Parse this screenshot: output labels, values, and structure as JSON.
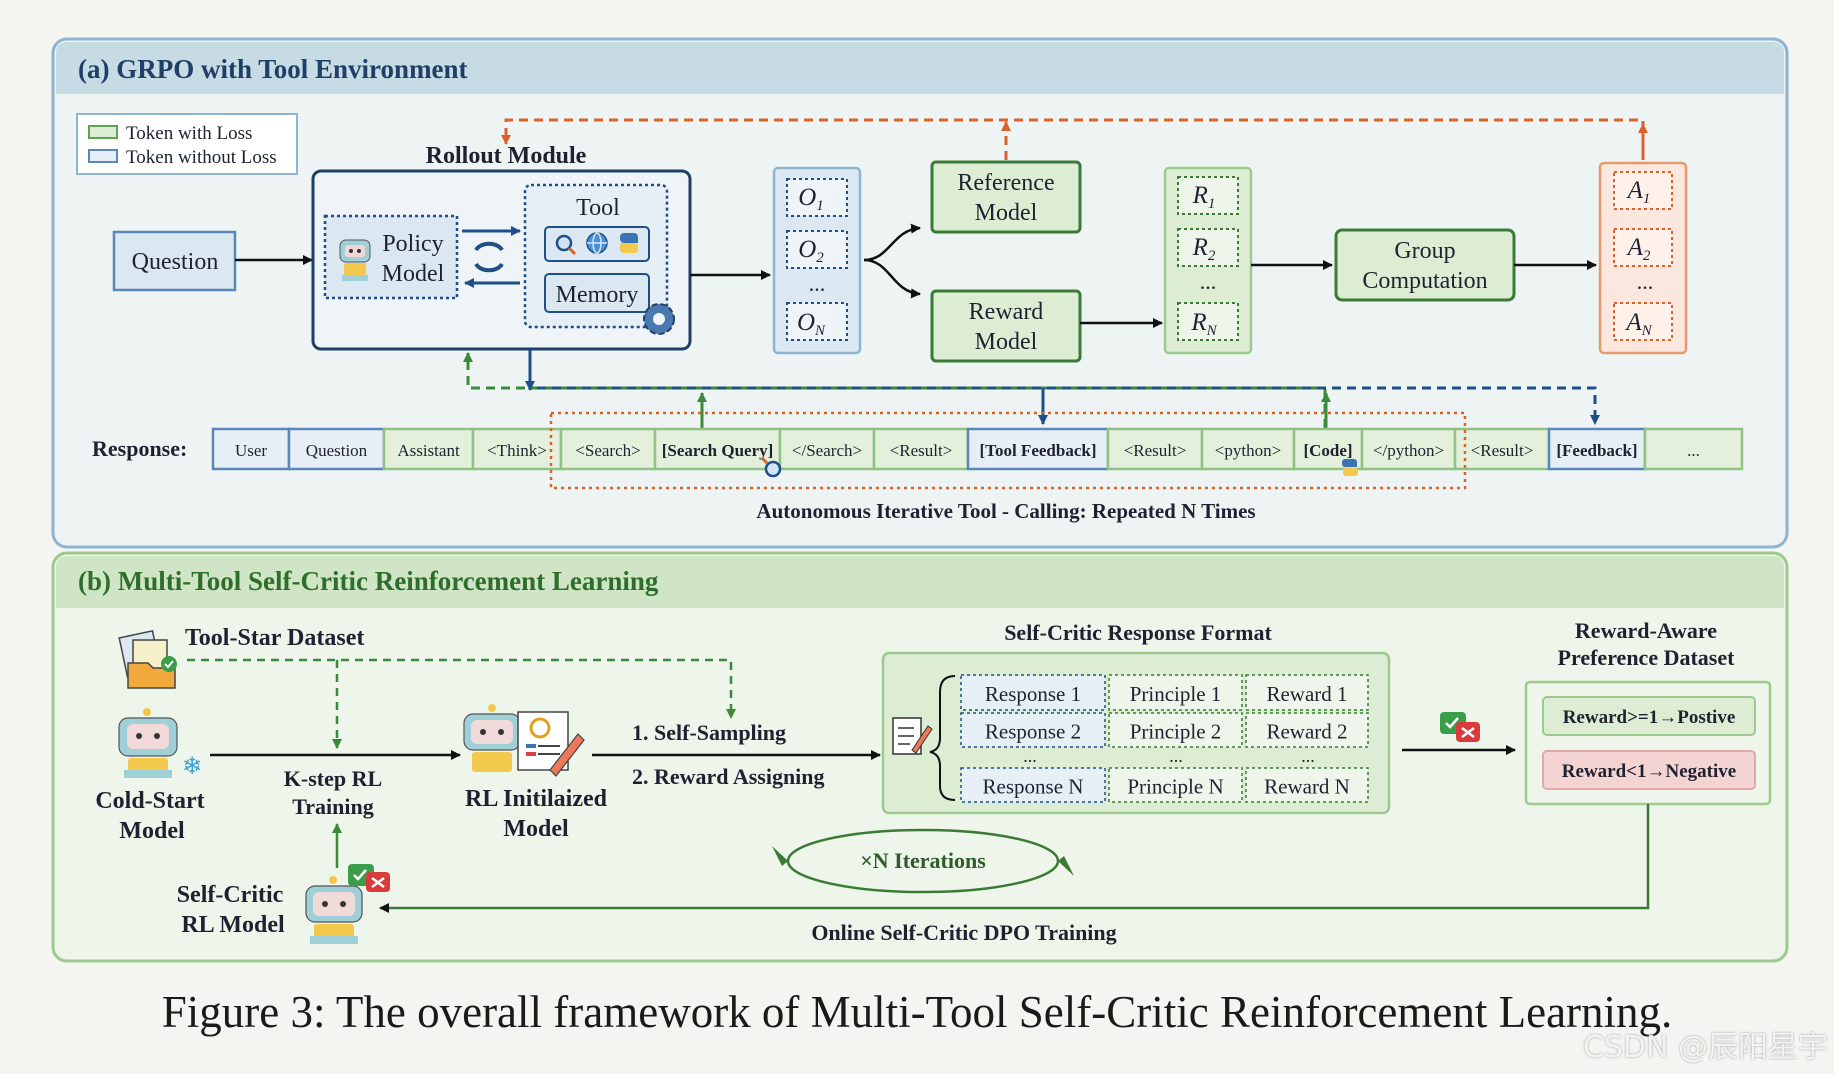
{
  "panel_a": {
    "title": "(a) GRPO with Tool Environment",
    "legend": [
      "Token with Loss",
      "Token without Loss"
    ],
    "rollout_title": "Rollout Module",
    "question": "Question",
    "policy_model": [
      "Policy",
      "Model"
    ],
    "tool_title": "Tool",
    "memory": "Memory",
    "outputs": [
      "O",
      "O",
      "...",
      "O"
    ],
    "output_subs": [
      "1",
      "2",
      "",
      "N"
    ],
    "reference_model": [
      "Reference",
      "Model"
    ],
    "reward_model": [
      "Reward",
      "Model"
    ],
    "rewards": [
      "R",
      "R",
      "...",
      "R"
    ],
    "reward_subs": [
      "1",
      "2",
      "",
      "N"
    ],
    "group_computation": [
      "Group",
      "Computation"
    ],
    "advantages": [
      "A",
      "A",
      "...",
      "A"
    ],
    "advantage_subs": [
      "1",
      "2",
      "",
      "N"
    ],
    "response_label": "Response:",
    "tokens": [
      "User",
      "Question",
      "Assistant",
      "<Think>",
      "<Search>",
      "[Search Query]",
      "</Search>",
      "<Result>",
      "[Tool Feedback]",
      "<Result>",
      "<python>",
      "[Code]",
      "</python>",
      "<Result>",
      "[Feedback]",
      "..."
    ],
    "loop_label": "Autonomous Iterative Tool - Calling: Repeated N Times"
  },
  "panel_b": {
    "title": "(b) Multi-Tool Self-Critic Reinforcement Learning",
    "dataset": "Tool-Star Dataset",
    "cold_start": [
      "Cold-Start",
      "Model"
    ],
    "kstep": [
      "K-step RL",
      "Training"
    ],
    "rl_init": [
      "RL Initilaized",
      "Model"
    ],
    "step1": "1. Self-Sampling",
    "step2": "2. Reward Assigning",
    "format_title": "Self-Critic Response Format",
    "format_rows": [
      [
        "Response 1",
        "Principle 1",
        "Reward 1"
      ],
      [
        "Response 2",
        "Principle 2",
        "Reward 2"
      ],
      [
        "Response N",
        "Principle N",
        "Reward N"
      ]
    ],
    "ellipsis": "...",
    "pref_title": [
      "Reward-Aware",
      "Preference Dataset"
    ],
    "positive": "Reward>=1→Postive",
    "negative": "Reward<1→Negative",
    "iterations": "×N  Iterations",
    "self_critic": [
      "Self-Critic",
      "RL Model"
    ],
    "dpo": "Online Self-Critic DPO Training"
  },
  "caption": "Figure 3: The overall framework of Multi-Tool Self-Critic Reinforcement Learning.",
  "watermark": "CSDN @辰阳星宇",
  "colors": {
    "blue_panel_bg": "#eef4f4",
    "blue_header": "#c6dbe3",
    "blue_border": "#8fb4cf",
    "green_panel_bg": "#eef5ea",
    "green_header": "#cfe5c6",
    "green_border": "#9cc98e",
    "dark_blue": "#1f3f66",
    "green_box": "#dcedd3",
    "green_stroke": "#4e8f45",
    "orange": "#d9622b",
    "red_box": "#f4d3d3"
  }
}
